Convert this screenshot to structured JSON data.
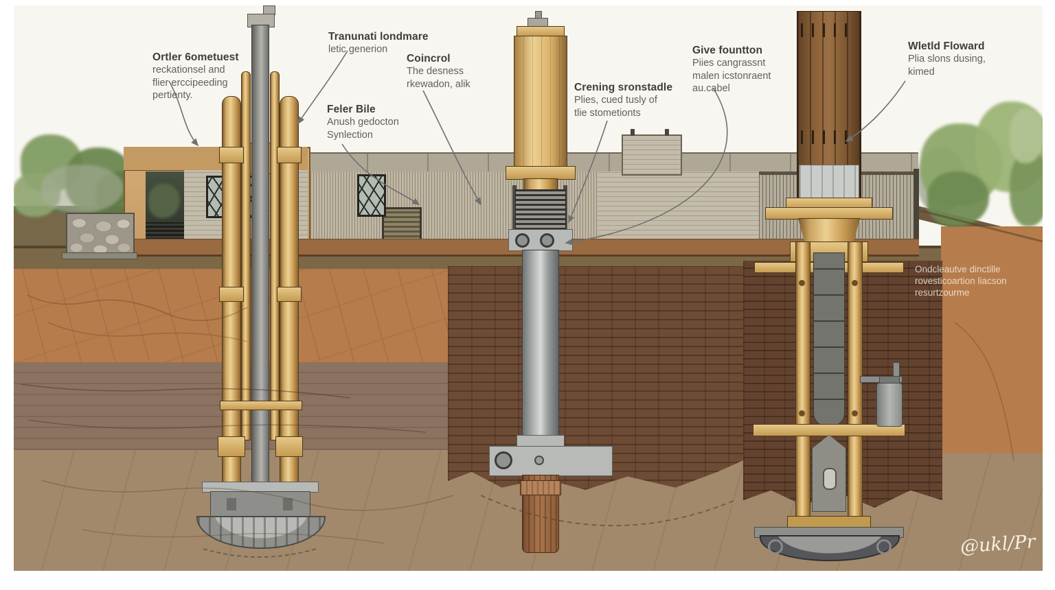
{
  "labels": {
    "ortler": {
      "title": "Ortler 6ometuest",
      "body": "reckationsel and\nflier erccipeeding\npertienty."
    },
    "tranunati": {
      "title": "Tranunati londmare",
      "body": "letic generion"
    },
    "feler": {
      "title": "Feler Bile",
      "body": "Anush gedocton\nSynlection"
    },
    "coincrol": {
      "title": "Coincrol",
      "body": "The desness\nrkewadon, alik"
    },
    "crening": {
      "title": "Crening sronstadle",
      "body": "Plies, cued tusly of\ntlie stometionts"
    },
    "give": {
      "title": "Give fountton",
      "body": "Piies cangrassnt\nmalen icstonraent\nau.cabel"
    },
    "wletld": {
      "title": "Wletld Floward",
      "body": "Plia slons dusing,\nkimed"
    },
    "soil_note": {
      "title": "",
      "body": "Ondcleautve dinctille\nrovesticoartion liacson\nresurtzourme"
    }
  },
  "signature": "@ukl/Pr",
  "colors": {
    "sky": "#f8f6f0",
    "soil_topsoil": "#7b6847",
    "soil_orange": "#b67c4b",
    "soil_mid_band": "#8c7260",
    "soil_lower": "#a2896b",
    "buried_brick_dark": "#6d4b35",
    "gold_pile": "#d9b96a",
    "steel_pile": "#aeb2b1",
    "wood_column": "#8a6038",
    "building_brick": "#c3bbaa",
    "building_concrete": "#b0a897",
    "tree_green": "#7e9a60",
    "label_title": "#3d3d3d",
    "label_body": "#606060",
    "leader_line": "#707070"
  }
}
